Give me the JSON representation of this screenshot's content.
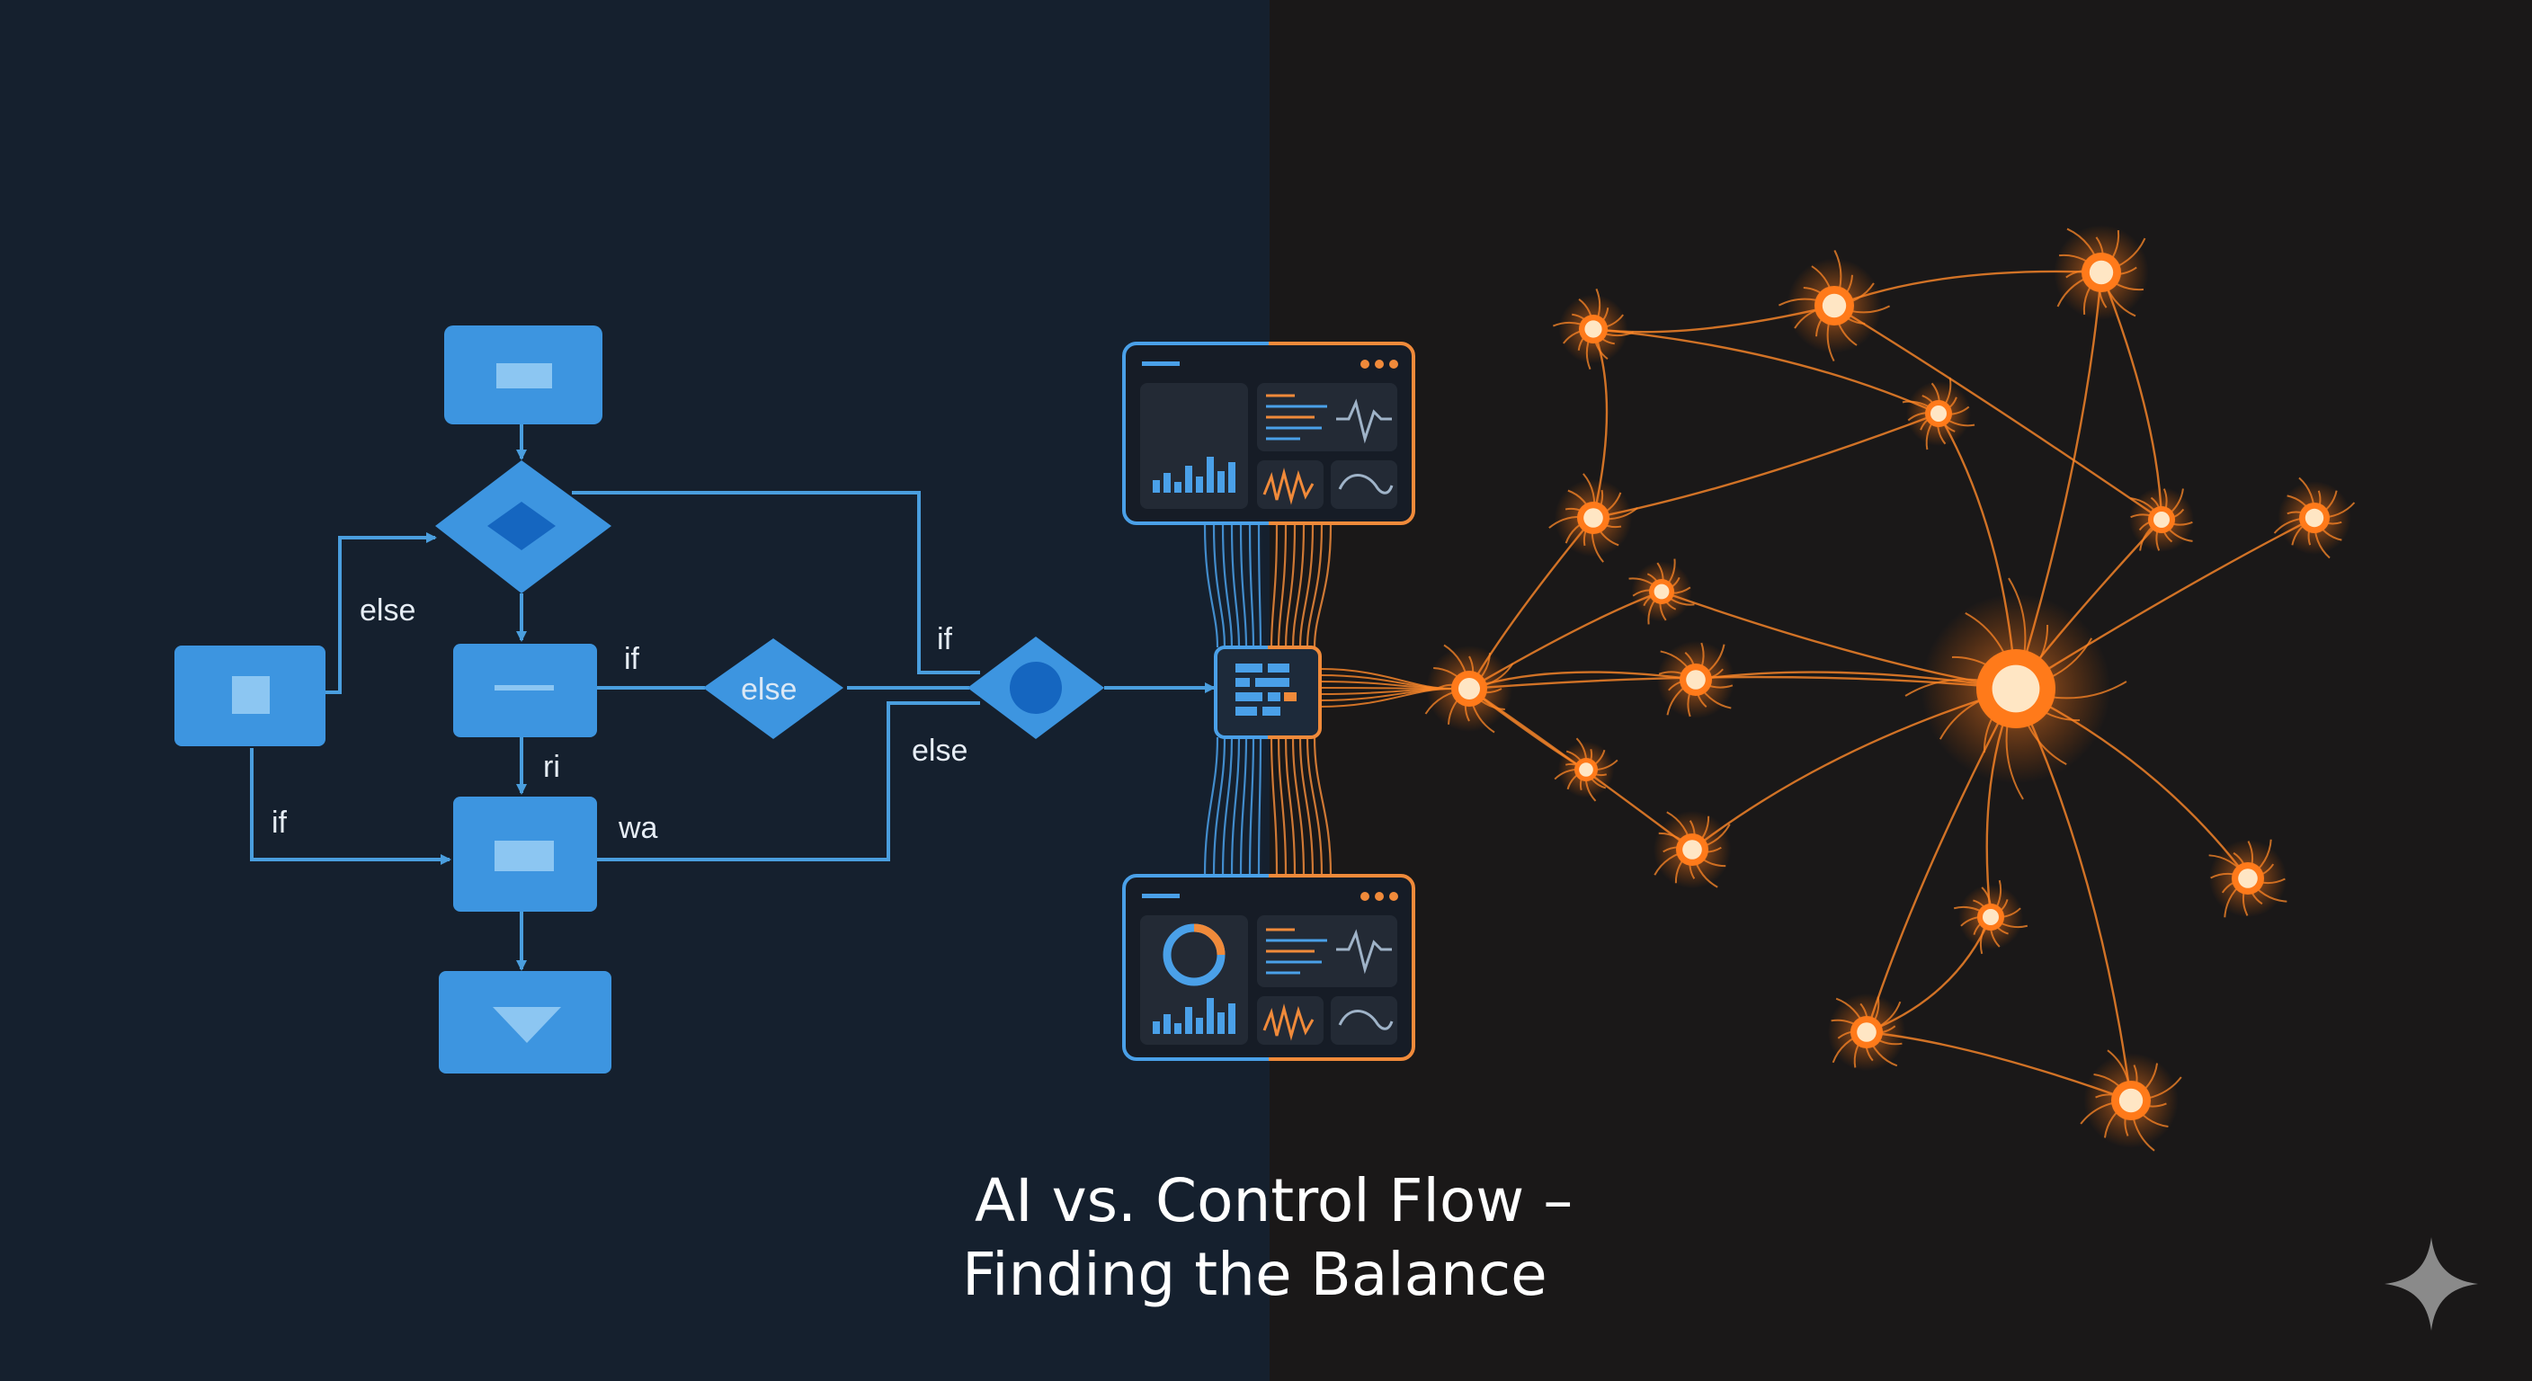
{
  "flowchart": {
    "labels": {
      "else_left": "else",
      "if_mid": "if",
      "else_diamond": "else",
      "if_right": "if",
      "else_right": "else",
      "ri": "ri",
      "if_bottom": "if",
      "wa": "wa"
    }
  },
  "title": {
    "line1": "AI vs. Control Flow –",
    "line2": "Finding the Balance"
  },
  "colors": {
    "left_bg": "#15202e",
    "right_bg": "#1a1818",
    "flow_blue": "#3d95e0",
    "flow_line": "#4a9ede",
    "neuron_orange": "#ff8a2a"
  },
  "icons": [
    "sparkle-icon"
  ]
}
